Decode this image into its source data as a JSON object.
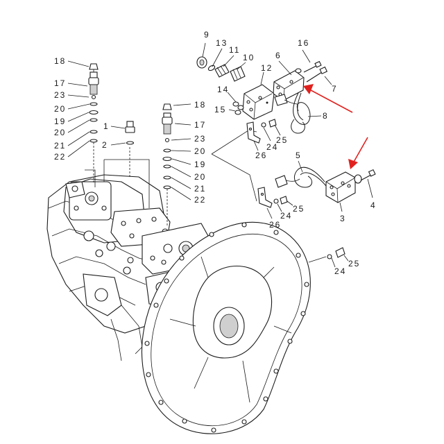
{
  "diagram": {
    "colors": {
      "line": "#1a1a1a",
      "highlight_arrow": "#e0221f",
      "background": "#ffffff"
    },
    "callouts": [
      {
        "id": "c18a",
        "text": "18"
      },
      {
        "id": "c17a",
        "text": "17"
      },
      {
        "id": "c23a",
        "text": "23"
      },
      {
        "id": "c20a",
        "text": "20"
      },
      {
        "id": "c19a",
        "text": "19"
      },
      {
        "id": "c20b",
        "text": "20"
      },
      {
        "id": "c21a",
        "text": "21"
      },
      {
        "id": "c22a",
        "text": "22"
      },
      {
        "id": "c1",
        "text": "1"
      },
      {
        "id": "c2",
        "text": "2"
      },
      {
        "id": "c18b",
        "text": "18"
      },
      {
        "id": "c17b",
        "text": "17"
      },
      {
        "id": "c23b",
        "text": "23"
      },
      {
        "id": "c20c",
        "text": "20"
      },
      {
        "id": "c19b",
        "text": "19"
      },
      {
        "id": "c20d",
        "text": "20"
      },
      {
        "id": "c21b",
        "text": "21"
      },
      {
        "id": "c22b",
        "text": "22"
      },
      {
        "id": "c9",
        "text": "9"
      },
      {
        "id": "c13",
        "text": "13"
      },
      {
        "id": "c11",
        "text": "11"
      },
      {
        "id": "c10",
        "text": "10"
      },
      {
        "id": "c12",
        "text": "12"
      },
      {
        "id": "c6",
        "text": "6"
      },
      {
        "id": "c16",
        "text": "16"
      },
      {
        "id": "c7",
        "text": "7"
      },
      {
        "id": "c14",
        "text": "14"
      },
      {
        "id": "c15",
        "text": "15"
      },
      {
        "id": "c8",
        "text": "8"
      },
      {
        "id": "c25a",
        "text": "25"
      },
      {
        "id": "c24a",
        "text": "24"
      },
      {
        "id": "c26a",
        "text": "26"
      },
      {
        "id": "c5",
        "text": "5"
      },
      {
        "id": "c4",
        "text": "4"
      },
      {
        "id": "c3",
        "text": "3"
      },
      {
        "id": "c25b",
        "text": "25"
      },
      {
        "id": "c24b",
        "text": "24"
      },
      {
        "id": "c26b",
        "text": "26"
      },
      {
        "id": "c25c",
        "text": "25"
      },
      {
        "id": "c24c",
        "text": "24"
      }
    ]
  }
}
